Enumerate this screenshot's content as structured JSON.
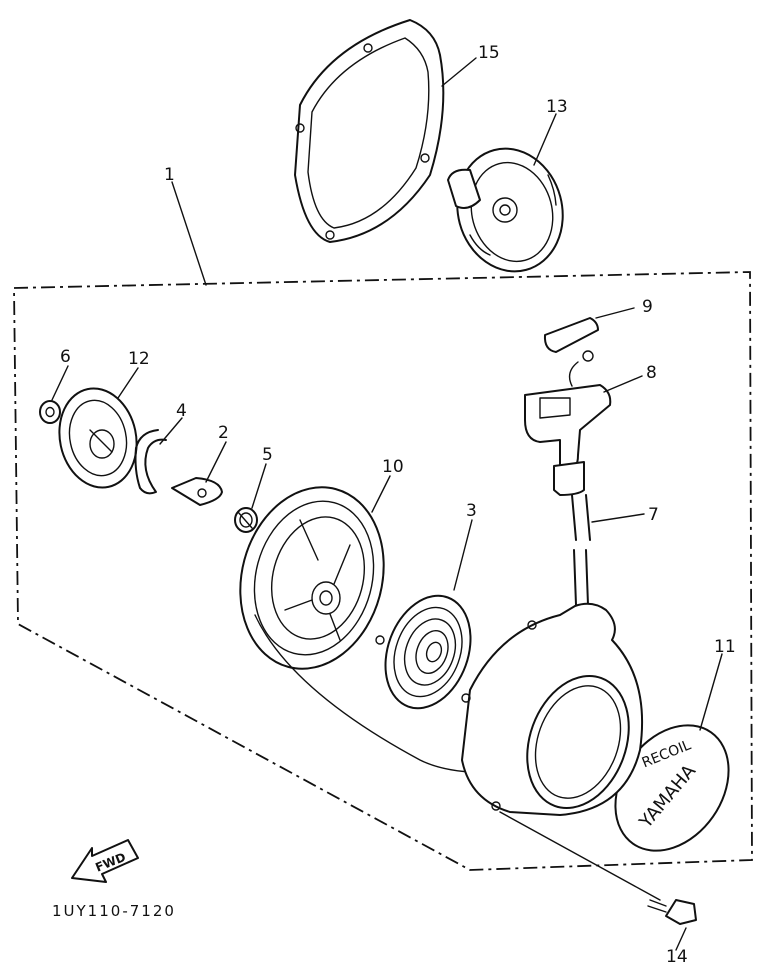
{
  "diagram_code": "1UY110-7120",
  "fwd_label": "FWD",
  "cover_text": "YAMAHA",
  "cover_text_top": "RECOIL",
  "parts": [
    {
      "number": "1"
    },
    {
      "number": "2"
    },
    {
      "number": "3"
    },
    {
      "number": "4"
    },
    {
      "number": "5"
    },
    {
      "number": "6"
    },
    {
      "number": "7"
    },
    {
      "number": "8"
    },
    {
      "number": "9"
    },
    {
      "number": "10"
    },
    {
      "number": "11"
    },
    {
      "number": "12"
    },
    {
      "number": "13"
    },
    {
      "number": "14"
    },
    {
      "number": "15"
    }
  ]
}
